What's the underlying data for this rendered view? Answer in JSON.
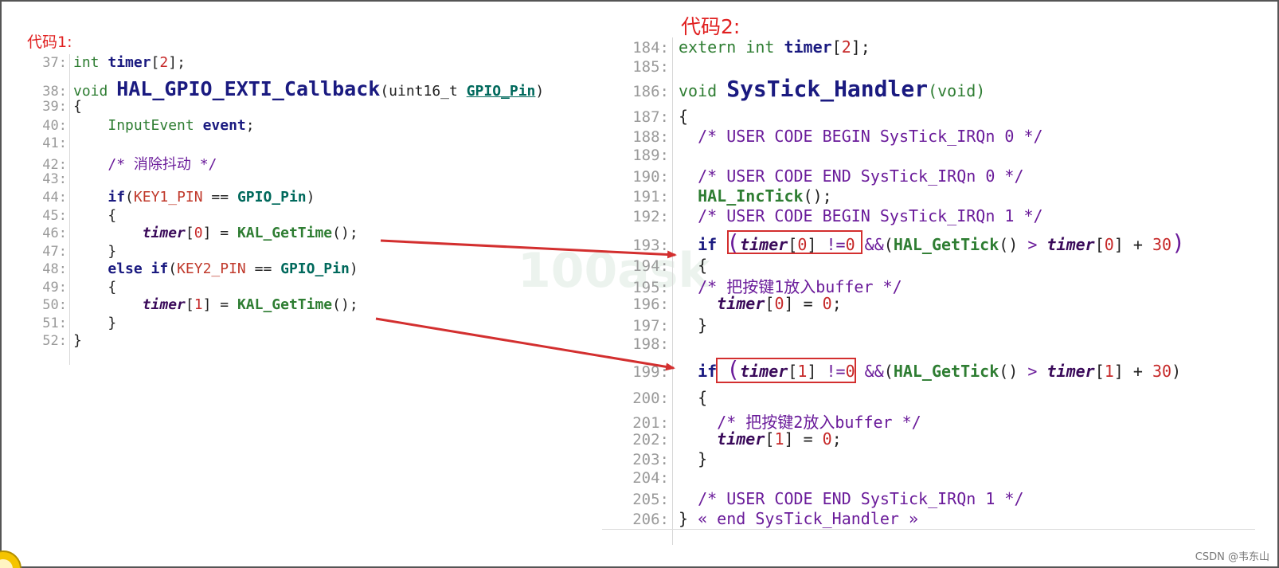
{
  "captions": {
    "code1": "代码1:",
    "code2": "代码2:"
  },
  "panel1": {
    "lines": [
      {
        "n": "37:",
        "tokens": [
          [
            "kw-g",
            "int "
          ],
          [
            "ident",
            "timer"
          ],
          [
            "txt",
            "["
          ],
          [
            "num",
            "2"
          ],
          [
            "txt",
            "];"
          ]
        ]
      },
      {
        "n": "38:",
        "tokens": [
          [
            "kw-g",
            "void "
          ],
          [
            "fn-big",
            "HAL_GPIO_EXTI_Callback"
          ],
          [
            "txt",
            "(uint16_t "
          ],
          [
            "param ul",
            "GPIO_Pin"
          ],
          [
            "txt",
            ")"
          ]
        ]
      },
      {
        "n": "39:",
        "tokens": [
          [
            "txt",
            "{"
          ]
        ]
      },
      {
        "n": "40:",
        "tokens": [
          [
            "txt",
            "    "
          ],
          [
            "kw-g",
            "InputEvent "
          ],
          [
            "ident",
            "event"
          ],
          [
            "txt",
            ";"
          ]
        ]
      },
      {
        "n": "41:",
        "tokens": []
      },
      {
        "n": "42:",
        "tokens": [
          [
            "txt",
            "    "
          ],
          [
            "cm",
            "/* 消除抖动 */"
          ]
        ]
      },
      {
        "n": "43:",
        "tokens": []
      },
      {
        "n": "44:",
        "tokens": [
          [
            "txt",
            "    "
          ],
          [
            "kw-b",
            "if"
          ],
          [
            "txt",
            "("
          ],
          [
            "macro",
            "KEY1_PIN"
          ],
          [
            "txt",
            " == "
          ],
          [
            "param",
            "GPIO_Pin"
          ],
          [
            "txt",
            ")"
          ]
        ]
      },
      {
        "n": "45:",
        "tokens": [
          [
            "txt",
            "    {"
          ]
        ]
      },
      {
        "n": "46:",
        "tokens": [
          [
            "txt",
            "        "
          ],
          [
            "var",
            "timer"
          ],
          [
            "txt",
            "["
          ],
          [
            "num",
            "0"
          ],
          [
            "txt",
            "] = "
          ],
          [
            "fn",
            "KAL_GetTime"
          ],
          [
            "txt",
            "();"
          ]
        ]
      },
      {
        "n": "47:",
        "tokens": [
          [
            "txt",
            "    }"
          ]
        ]
      },
      {
        "n": "48:",
        "tokens": [
          [
            "txt",
            "    "
          ],
          [
            "kw-b",
            "else if"
          ],
          [
            "txt",
            "("
          ],
          [
            "macro",
            "KEY2_PIN"
          ],
          [
            "txt",
            " == "
          ],
          [
            "param",
            "GPIO_Pin"
          ],
          [
            "txt",
            ")"
          ]
        ]
      },
      {
        "n": "49:",
        "tokens": [
          [
            "txt",
            "    {"
          ]
        ]
      },
      {
        "n": "50:",
        "tokens": [
          [
            "txt",
            "        "
          ],
          [
            "var",
            "timer"
          ],
          [
            "txt",
            "["
          ],
          [
            "num",
            "1"
          ],
          [
            "txt",
            "] = "
          ],
          [
            "fn",
            "KAL_GetTime"
          ],
          [
            "txt",
            "();"
          ]
        ]
      },
      {
        "n": "51:",
        "tokens": [
          [
            "txt",
            "    }"
          ]
        ]
      },
      {
        "n": "52:",
        "tokens": [
          [
            "txt",
            "}"
          ]
        ]
      }
    ]
  },
  "panel2": {
    "lines": [
      {
        "n": "184:",
        "tokens": [
          [
            "kw-g",
            "extern int "
          ],
          [
            "ident",
            "timer"
          ],
          [
            "txt",
            "["
          ],
          [
            "num",
            "2"
          ],
          [
            "txt",
            "];"
          ]
        ]
      },
      {
        "n": "185:",
        "tokens": []
      },
      {
        "n": "186:",
        "tokens": [
          [
            "kw-g",
            "void "
          ],
          [
            "fn-big2",
            "SysTick_Handler"
          ],
          [
            "kw-g",
            "(void)"
          ]
        ]
      },
      {
        "n": "187:",
        "tokens": [
          [
            "txt",
            "{"
          ]
        ]
      },
      {
        "n": "188:",
        "tokens": [
          [
            "txt",
            "  "
          ],
          [
            "cm",
            "/* USER CODE BEGIN SysTick_IRQn 0 */"
          ]
        ]
      },
      {
        "n": "189:",
        "tokens": []
      },
      {
        "n": "190:",
        "tokens": [
          [
            "txt",
            "  "
          ],
          [
            "cm",
            "/* USER CODE END SysTick_IRQn 0 */"
          ]
        ]
      },
      {
        "n": "191:",
        "tokens": [
          [
            "txt",
            "  "
          ],
          [
            "fn",
            "HAL_IncTick"
          ],
          [
            "txt",
            "();"
          ]
        ]
      },
      {
        "n": "192:",
        "tokens": [
          [
            "txt",
            "  "
          ],
          [
            "cm",
            "/* USER CODE BEGIN SysTick_IRQn 1 */"
          ]
        ]
      },
      {
        "n": "193:",
        "tokens": [
          [
            "txt",
            "  "
          ],
          [
            "kw-b",
            "if "
          ],
          [
            "big-paren",
            "("
          ],
          [
            "var",
            "timer"
          ],
          [
            "txt",
            "["
          ],
          [
            "num",
            "0"
          ],
          [
            "txt",
            "] "
          ],
          [
            "kw-p",
            "!="
          ],
          [
            "num",
            "0"
          ],
          [
            "txt",
            " "
          ],
          [
            "kw-p",
            "&&"
          ],
          [
            "txt",
            "("
          ],
          [
            "fn",
            "HAL_GetTick"
          ],
          [
            "txt",
            "() "
          ],
          [
            "kw-p",
            "> "
          ],
          [
            "var",
            "timer"
          ],
          [
            "txt",
            "["
          ],
          [
            "num",
            "0"
          ],
          [
            "txt",
            "] + "
          ],
          [
            "num",
            "30"
          ],
          [
            "big-paren",
            ")"
          ]
        ]
      },
      {
        "n": "194:",
        "tokens": [
          [
            "txt",
            "  {"
          ]
        ]
      },
      {
        "n": "195:",
        "tokens": [
          [
            "txt",
            "  "
          ],
          [
            "cm",
            "/* 把按键1放入buffer */"
          ]
        ]
      },
      {
        "n": "196:",
        "tokens": [
          [
            "txt",
            "    "
          ],
          [
            "var",
            "timer"
          ],
          [
            "txt",
            "["
          ],
          [
            "num",
            "0"
          ],
          [
            "txt",
            "] = "
          ],
          [
            "num",
            "0"
          ],
          [
            "txt",
            ";"
          ]
        ]
      },
      {
        "n": "197:",
        "tokens": [
          [
            "txt",
            "  }"
          ]
        ]
      },
      {
        "n": "198:",
        "tokens": []
      },
      {
        "n": "199:",
        "tokens": [
          [
            "txt",
            "  "
          ],
          [
            "kw-b",
            "if "
          ],
          [
            "big-paren",
            "("
          ],
          [
            "var",
            "timer"
          ],
          [
            "txt",
            "["
          ],
          [
            "num",
            "1"
          ],
          [
            "txt",
            "] "
          ],
          [
            "kw-p",
            "!="
          ],
          [
            "num",
            "0"
          ],
          [
            "txt",
            " "
          ],
          [
            "kw-p",
            "&&"
          ],
          [
            "txt",
            "("
          ],
          [
            "fn",
            "HAL_GetTick"
          ],
          [
            "txt",
            "() "
          ],
          [
            "kw-p",
            "> "
          ],
          [
            "var",
            "timer"
          ],
          [
            "txt",
            "["
          ],
          [
            "num",
            "1"
          ],
          [
            "txt",
            "] + "
          ],
          [
            "num",
            "30"
          ],
          [
            "txt",
            ")"
          ]
        ]
      },
      {
        "n": "200:",
        "tokens": [
          [
            "txt",
            "  {"
          ]
        ]
      },
      {
        "n": "201:",
        "tokens": [
          [
            "txt",
            "    "
          ],
          [
            "cm",
            "/* 把按键2放入buffer */"
          ]
        ]
      },
      {
        "n": "202:",
        "tokens": [
          [
            "txt",
            "    "
          ],
          [
            "var",
            "timer"
          ],
          [
            "txt",
            "["
          ],
          [
            "num",
            "1"
          ],
          [
            "txt",
            "] = "
          ],
          [
            "num",
            "0"
          ],
          [
            "txt",
            ";"
          ]
        ]
      },
      {
        "n": "203:",
        "tokens": [
          [
            "txt",
            "  }"
          ]
        ]
      },
      {
        "n": "204:",
        "tokens": []
      },
      {
        "n": "205:",
        "tokens": [
          [
            "txt",
            "  "
          ],
          [
            "cm",
            "/* USER CODE END SysTick_IRQn 1 */"
          ]
        ]
      },
      {
        "n": "206:",
        "tokens": [
          [
            "txt",
            "} "
          ],
          [
            "cm",
            "« end SysTick_Handler »"
          ]
        ]
      }
    ]
  },
  "footer": {
    "attribution": "CSDN @韦东山"
  },
  "watermark": "100ask",
  "colors": {
    "arrow": "#d32f2f",
    "highlight_box": "#d32f2f",
    "caption": "#e02020"
  }
}
